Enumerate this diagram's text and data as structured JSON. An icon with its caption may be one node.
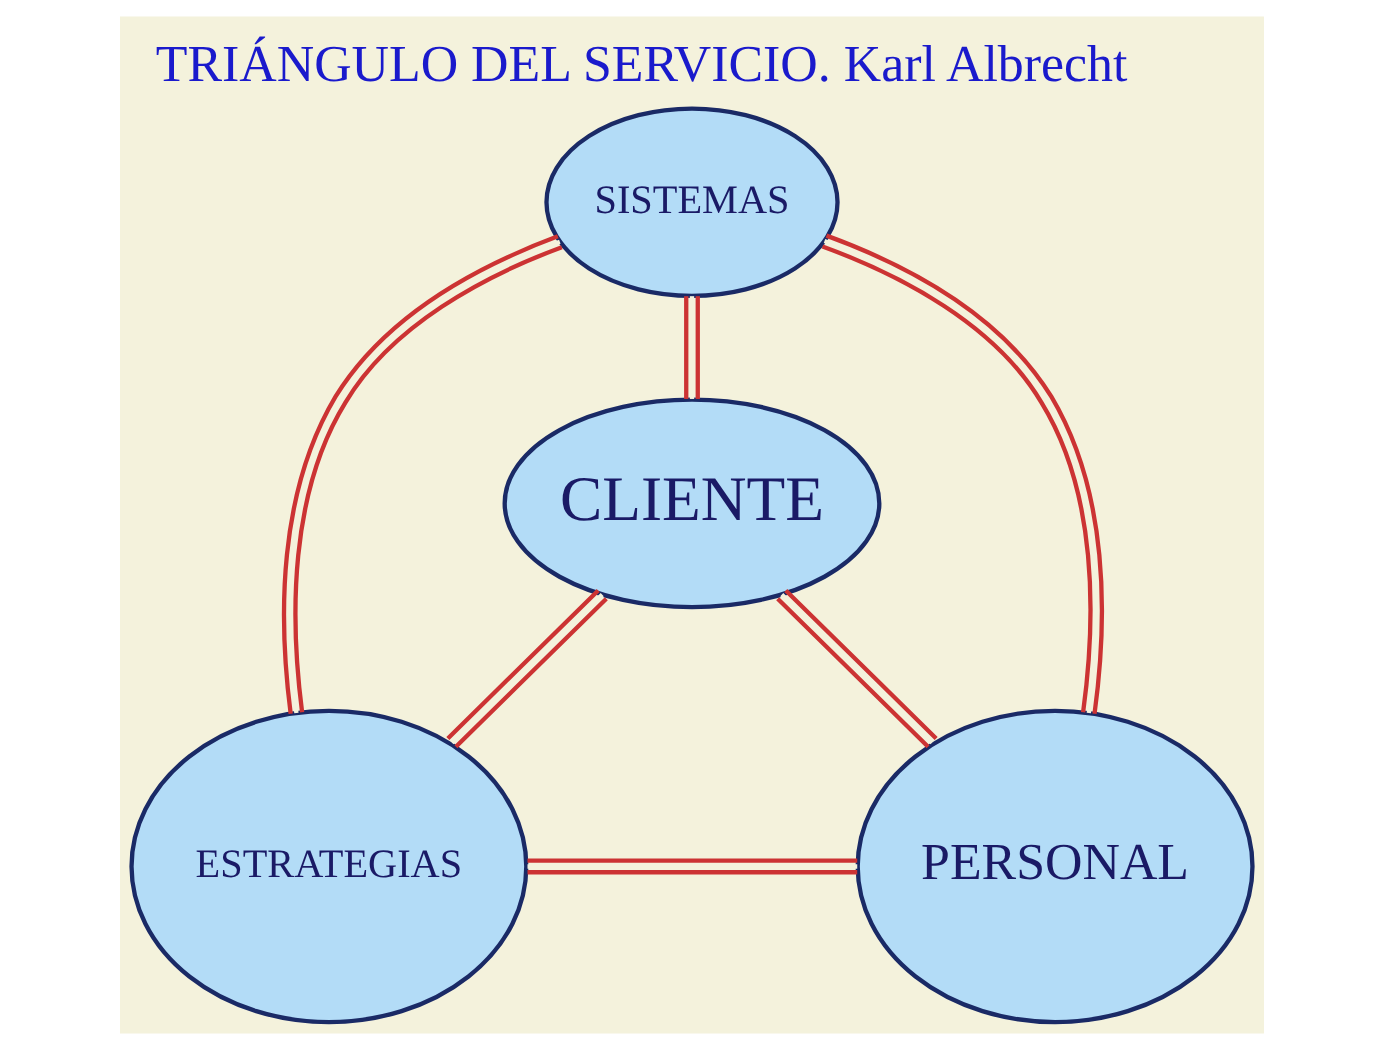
{
  "diagram": {
    "title": "TRIÁNGULO DEL SERVICIO. Karl Albrecht",
    "nodes": [
      {
        "text": [
          "SISTEMAS"
        ]
      },
      {
        "text": [
          "CLIENTE"
        ]
      },
      {
        "text": [
          "ESTRATEGIAS"
        ]
      },
      {
        "text": [
          "PERSONAL"
        ]
      }
    ],
    "edges": [
      {
        "from": 0,
        "to": 1,
        "arrow": "none",
        "color": "#cc3333"
      },
      {
        "from": 0,
        "to": 2,
        "arrow": "none",
        "color": "#cc3333"
      },
      {
        "from": 0,
        "to": 3,
        "arrow": "none",
        "color": "#cc3333"
      },
      {
        "from": 1,
        "to": 2,
        "arrow": "none",
        "color": "#cc3333"
      },
      {
        "from": 1,
        "to": 3,
        "arrow": "none",
        "color": "#cc3333"
      },
      {
        "from": 2,
        "to": 3,
        "arrow": "none",
        "color": "#cc3333"
      }
    ]
  }
}
